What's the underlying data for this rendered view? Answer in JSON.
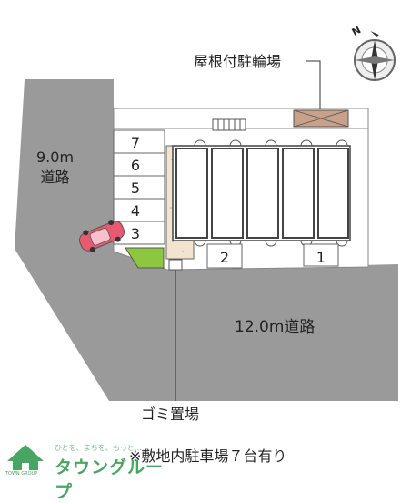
{
  "labels": {
    "road_left_width": "9.0m",
    "road_left_name": "道路",
    "road_bottom": "12.0m道路",
    "bicycle_parking": "屋根付駐輪場",
    "garbage": "ゴミ置場",
    "note": "※敷地内駐車場７台有り"
  },
  "parking_spaces": [
    "7",
    "6",
    "5",
    "4",
    "3",
    "2",
    "1"
  ],
  "compass": {
    "north": "N"
  },
  "brand": {
    "tagline": "ひとを、まちを、もっと…",
    "name": "タウングループ",
    "mini": "TOWN GROUP"
  },
  "colors": {
    "road": "#9a9a9a",
    "site": "#ffffff",
    "outline": "#555555",
    "bike_shed": "#c9a08a",
    "green": "#8dc63f",
    "path": "#f2e4cf",
    "car": "#e85a72",
    "brand": "#4aa564"
  }
}
